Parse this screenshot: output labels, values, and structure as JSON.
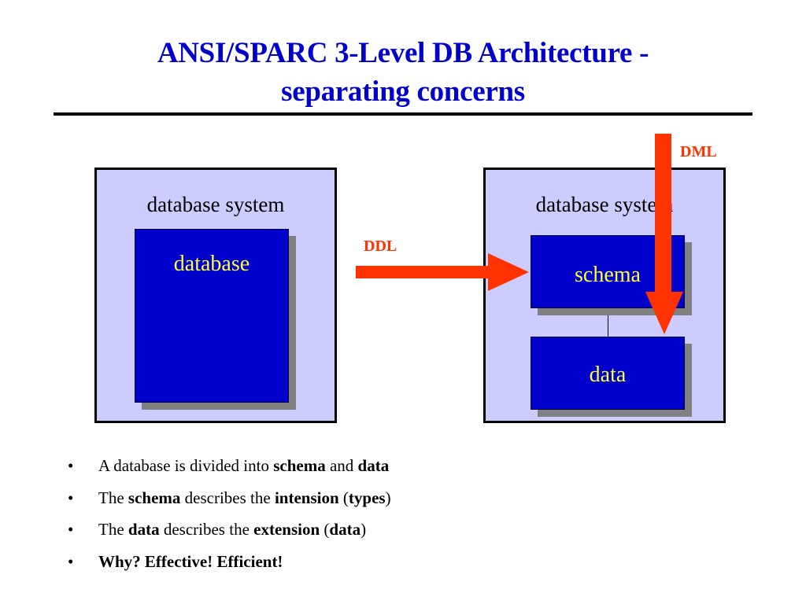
{
  "slide": {
    "title_line1": "ANSI/SPARC 3-Level DB Architecture -",
    "title_line2": "separating concerns",
    "colors": {
      "title": "#0000cc",
      "system_fill": "#ccccff",
      "box_fill": "#0000cc",
      "box_text": "#ffff33",
      "arrow": "#ff3300",
      "shadow": "#808080"
    }
  },
  "diagram": {
    "left_system": {
      "label": "database system",
      "inner_box": "database"
    },
    "right_system": {
      "label": "database system",
      "schema_box": "schema",
      "data_box": "data"
    },
    "ddl_arrow": {
      "label": "DDL",
      "icon": "arrow-right-icon"
    },
    "dml_arrow": {
      "label": "DML",
      "icon": "arrow-down-icon"
    }
  },
  "bullets": [
    {
      "dot": "•",
      "parts": [
        {
          "text": "A database is divided into ",
          "bold": false
        },
        {
          "text": "schema",
          "bold": true
        },
        {
          "text": " and ",
          "bold": false
        },
        {
          "text": "data",
          "bold": true
        }
      ]
    },
    {
      "dot": "•",
      "parts": [
        {
          "text": "The ",
          "bold": false
        },
        {
          "text": "schema",
          "bold": true
        },
        {
          "text": " describes the ",
          "bold": false
        },
        {
          "text": "intension",
          "bold": true
        },
        {
          "text": " (",
          "bold": false
        },
        {
          "text": "types",
          "bold": true
        },
        {
          "text": ")",
          "bold": false
        }
      ]
    },
    {
      "dot": "•",
      "parts": [
        {
          "text": "The ",
          "bold": false
        },
        {
          "text": "data",
          "bold": true
        },
        {
          "text": " describes the ",
          "bold": false
        },
        {
          "text": "extension",
          "bold": true
        },
        {
          "text": " (",
          "bold": false
        },
        {
          "text": "data",
          "bold": true
        },
        {
          "text": ")",
          "bold": false
        }
      ]
    },
    {
      "dot": "•",
      "parts": [
        {
          "text": "Why? Effective! Efficient!",
          "bold": true
        }
      ]
    }
  ]
}
